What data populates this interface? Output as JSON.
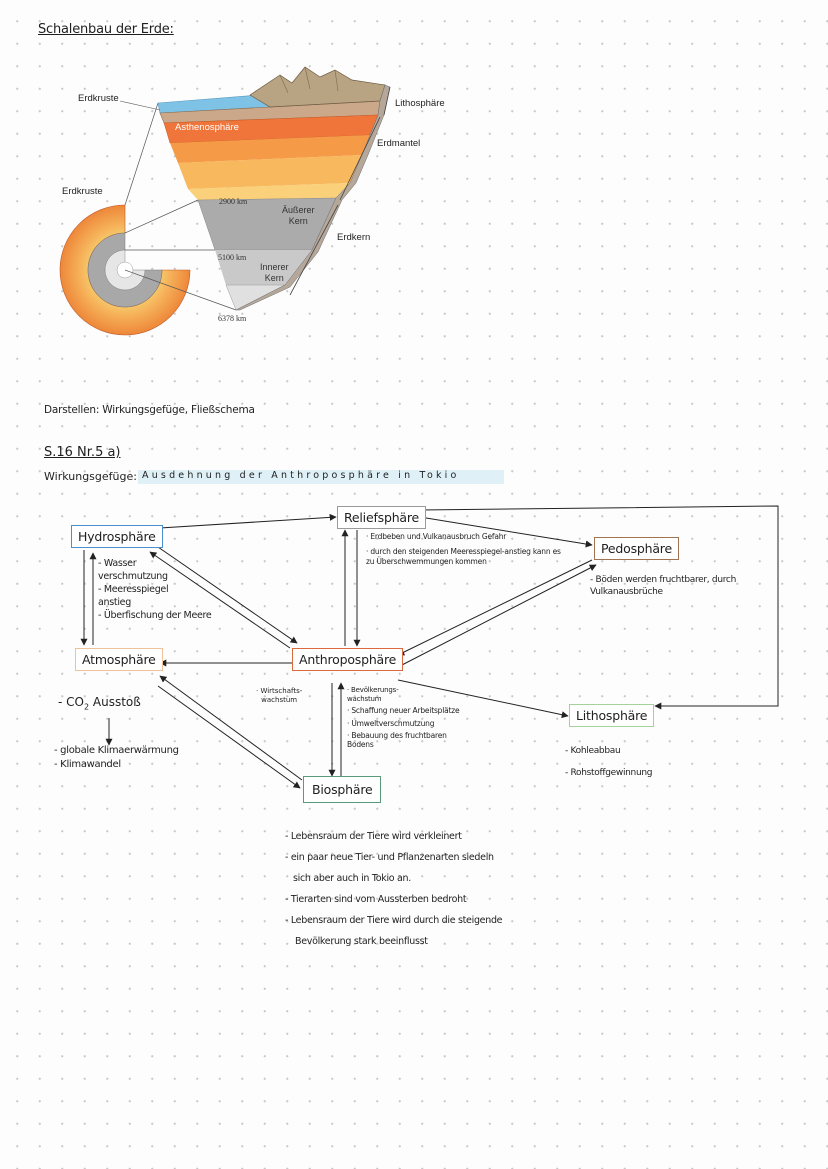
{
  "page": {
    "title": "Schalenbau der Erde:"
  },
  "earth_diagram": {
    "labels": {
      "crust_top": "Erdkruste",
      "crust_left": "Erdkruste",
      "lithosphere": "Lithosphäre",
      "asthenosphere": "Asthenosphäre",
      "mantle": "Erdmantel",
      "outer_core": "Äußerer\nKern",
      "inner_core": "Innerer\nKern",
      "core": "Erdkern",
      "depth_1": "2900 km",
      "depth_2": "5100 km",
      "depth_3": "6378 km"
    }
  },
  "notes": {
    "darstellen": "Darstellen: Wirkungsgefüge, Fließschema",
    "exercise": "S.16 Nr.5 a)",
    "wirkungsgefuege_label": "Wirkungsgefüge:",
    "wirkungsgefuege_title": "Ausdehnung der Anthroposphäre in Tokio"
  },
  "flowchart": {
    "colors": {
      "hydro": "#4a8fd0",
      "relief": "#9a9a9a",
      "pedo": "#a07452",
      "atmo": "#f0c29a",
      "anthropo": "#d96b3c",
      "litho": "#a3d29a",
      "bio": "#5a9a7a"
    },
    "nodes": {
      "hydro": "Hydrosphäre",
      "relief": "Reliefsphäre",
      "pedo": "Pedosphäre",
      "atmo": "Atmosphäre",
      "anthropo": "Anthroposphäre",
      "litho": "Lithosphäre",
      "bio": "Biosphäre"
    },
    "hydro_notes": [
      "- Wasser verschmutzung",
      "- Meeresspiegel anstieg",
      "- Überfischung der Meere"
    ],
    "relief_notes": [
      "· Erdbeben und Vulkanausbruch Gefahr",
      "· durch den steigenden Meeresspiegel-anstieg kann es zu Überschwemmungen kommen"
    ],
    "pedo_notes": [
      "- Böden werden fruchtbarer, durch Vulkanausbrüche"
    ],
    "atmo_notes": {
      "co2_prefix": "- CO",
      "co2_sub": "2",
      "co2_suffix": " Ausstoß",
      "items": [
        "- globale Klimaerwärmung",
        "- Klimawandel"
      ]
    },
    "anthropo_left_note": "· Wirtschafts-\nwachstum",
    "anthropo_notes": [
      "· Bevölkerungs-\nwachstum",
      "· Schaffung neuer Arbeitsplätze",
      "· Umweltverschmutzung",
      "· Bebauung des fruchtbaren\nBodens"
    ],
    "litho_notes": [
      "- Kohleabbau",
      "- Rohstoffgewinnung"
    ],
    "bio_notes": [
      "- Lebensraum der Tiere wird verkleinert",
      "- ein paar neue Tier- und Pflanzenarten siedeln",
      "sich aber auch in Tokio an.",
      "- Tierarten sind vom Aussterben bedroht",
      "- Lebensraum der Tiere wird durch die steigende",
      "Bevölkerung stark beeinflusst"
    ]
  }
}
